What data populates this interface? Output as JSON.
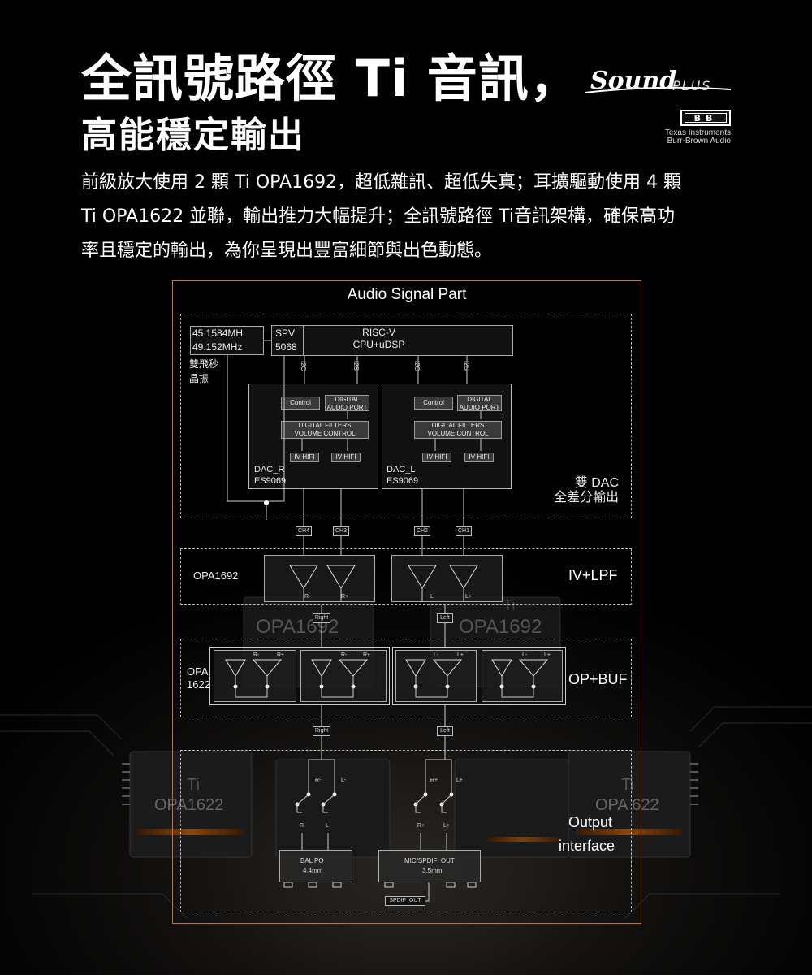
{
  "heading": {
    "line1": "全訊號路徑 Ti 音訊，",
    "line2": "高能穩定輸出"
  },
  "logos": {
    "sound": "Sound",
    "plus": "PLUS",
    "bb": "BB",
    "ti_name": "Texas Instruments",
    "bb_name": "Burr-Brown Audio"
  },
  "description": {
    "line1": "前級放大使用 2 顆 Ti OPA1692，超低雜訊、超低失真；耳擴驅動使用 4 顆",
    "line2": "Ti OPA1622 並聯，輸出推力大幅提升；全訊號路徑 Ti音訊架構，確保高功",
    "line3": "率且穩定的輸出，為你呈現出豐富細節與出色動態。"
  },
  "diagram": {
    "title": "Audio Signal Part",
    "clock": {
      "freq1": "45.1584MH",
      "freq2": "49.152MHz",
      "label1": "雙飛秒",
      "label2": "晶振"
    },
    "spv": {
      "name": "SPV",
      "model": "5068"
    },
    "riscv": {
      "line1": "RISC-V",
      "line2": "CPU+uDSP"
    },
    "bus": {
      "i2c": "I2C",
      "i2s": "I2S"
    },
    "dac_r": {
      "name": "DAC_R",
      "model": "ES9069"
    },
    "dac_l": {
      "name": "DAC_L",
      "model": "ES9069"
    },
    "dac_blocks": {
      "control": "Control",
      "digital": "DIGITAL",
      "audio_port": "AUDIO PORT",
      "filters": "DIGITAL FILTERS",
      "volume": "VOLUME CONTROL",
      "iv_hifi": "IV HIFI"
    },
    "dual_dac": {
      "line1": "雙 DAC",
      "line2": "全差分輸出"
    },
    "channels": {
      "ch4": "CH4",
      "ch3": "CH3",
      "ch2": "CH2",
      "ch1": "CH1"
    },
    "opa1692": {
      "label": "OPA1692",
      "section": "IV+LPF"
    },
    "opa1622": {
      "line1": "OPA",
      "line2": "1622",
      "section": "OP+BUF"
    },
    "signals": {
      "right": "Right",
      "left": "Left",
      "r_minus": "R-",
      "r_plus": "R+",
      "l_minus": "L-",
      "l_plus": "L+"
    },
    "output": {
      "section1": "Output",
      "section2": "interface",
      "bal_line1": "BAL PO",
      "bal_line2": "4.4mm",
      "mic_line1": "MIC/SPDIF_OUT",
      "mic_line2": "3.5mm",
      "spdif": "SPDIF_OUT"
    },
    "bg_chips": {
      "ti": "Ti",
      "opa1692": "OPA1692",
      "opa1622": "OPA1622",
      "opa622": "OPA 622"
    }
  },
  "colors": {
    "frame": "#c9704a",
    "background": "#000000",
    "text": "#ffffff"
  }
}
